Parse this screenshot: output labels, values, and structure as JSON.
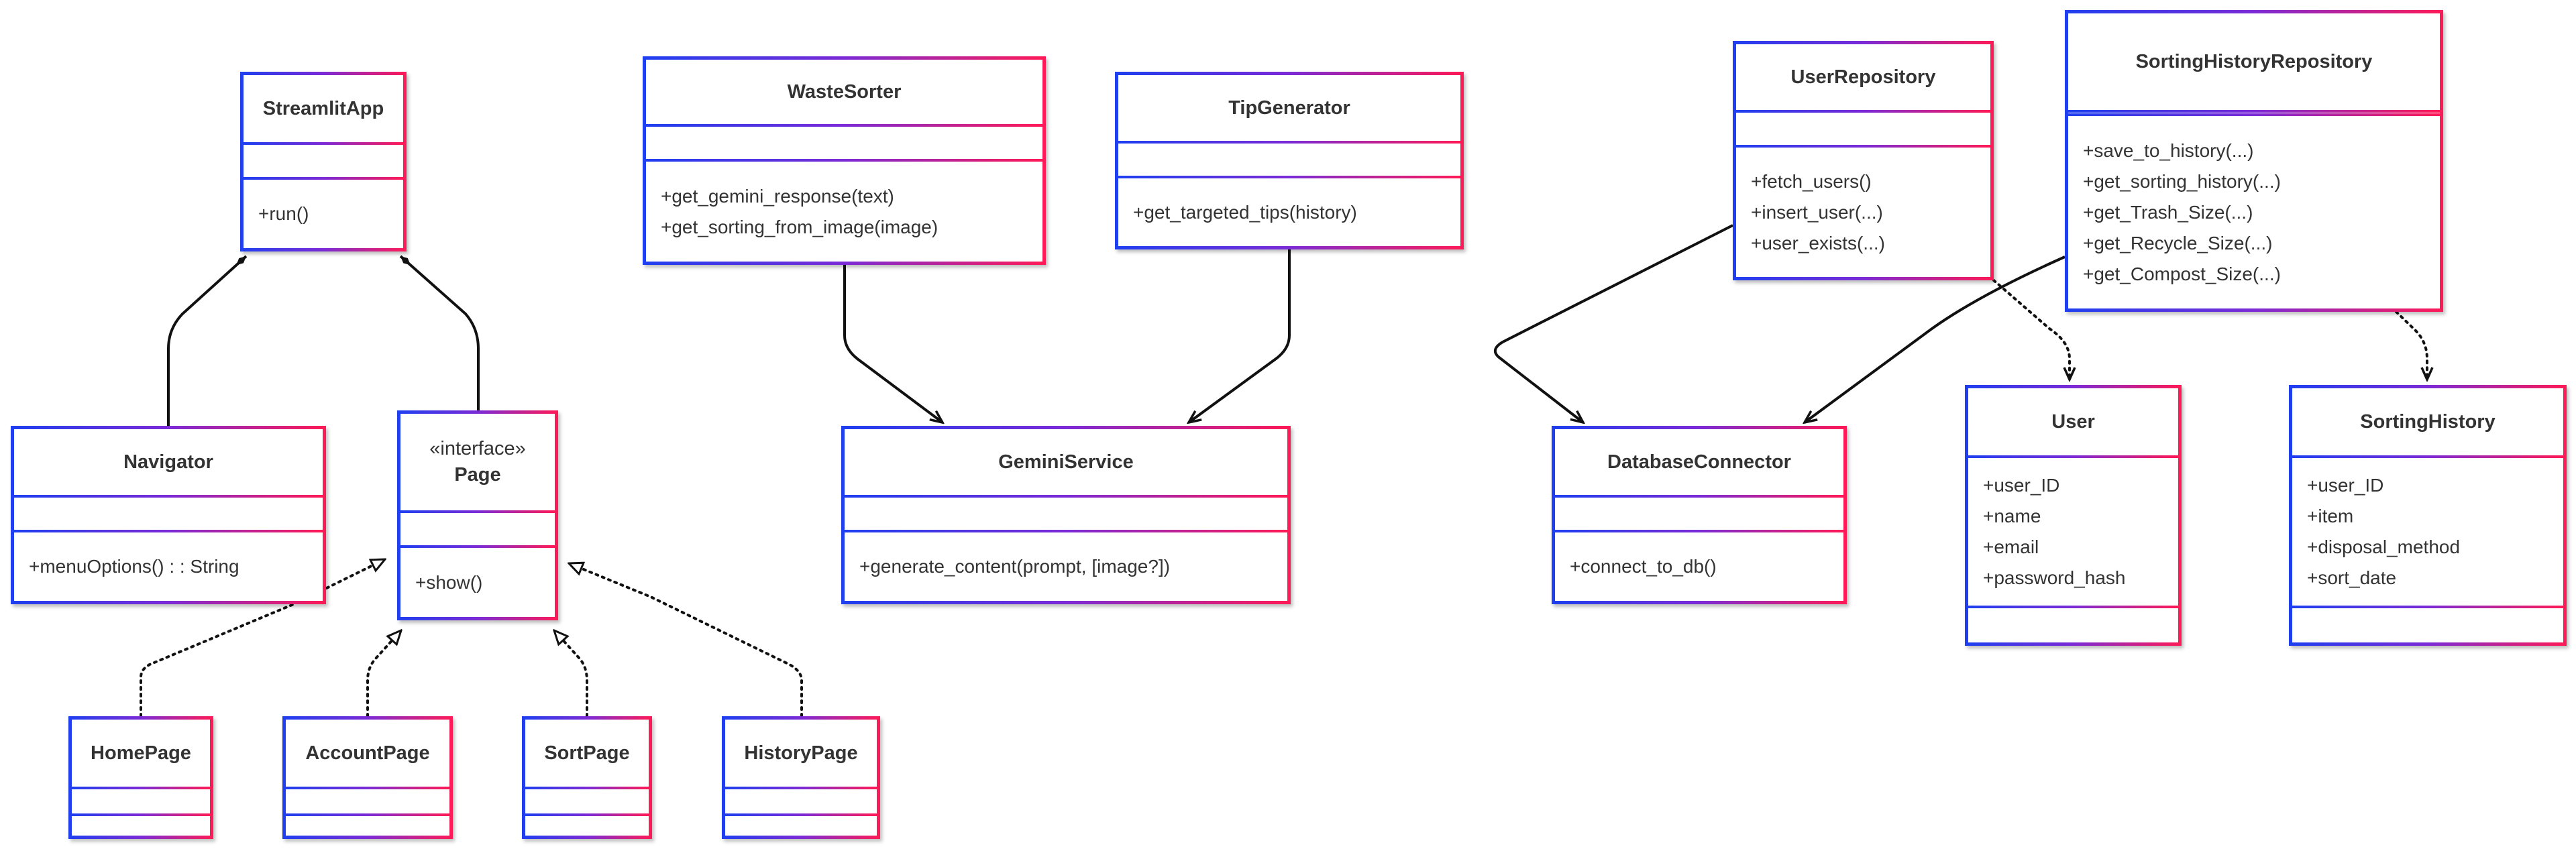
{
  "diagram": {
    "classes": {
      "streamlitapp": {
        "name": "StreamlitApp",
        "attributes": [],
        "methods": [
          "+run()"
        ]
      },
      "navigator": {
        "name": "Navigator",
        "attributes": [],
        "methods": [
          "+menuOptions() : : String"
        ]
      },
      "page": {
        "stereotype": "«interface»",
        "name": "Page",
        "attributes": [],
        "methods": [
          "+show()"
        ]
      },
      "homepage": {
        "name": "HomePage",
        "attributes": [],
        "methods": []
      },
      "accountpage": {
        "name": "AccountPage",
        "attributes": [],
        "methods": []
      },
      "sortpage": {
        "name": "SortPage",
        "attributes": [],
        "methods": []
      },
      "historypage": {
        "name": "HistoryPage",
        "attributes": [],
        "methods": []
      },
      "wastesorter": {
        "name": "WasteSorter",
        "attributes": [],
        "methods": [
          "+get_gemini_response(text)",
          "+get_sorting_from_image(image)"
        ]
      },
      "tipgenerator": {
        "name": "TipGenerator",
        "attributes": [],
        "methods": [
          "+get_targeted_tips(history)"
        ]
      },
      "geminiservice": {
        "name": "GeminiService",
        "attributes": [],
        "methods": [
          "+generate_content(prompt, [image?])"
        ]
      },
      "userrepository": {
        "name": "UserRepository",
        "attributes": [],
        "methods": [
          "+fetch_users()",
          "+insert_user(...)",
          "+user_exists(...)"
        ]
      },
      "sortinghistoryrepository": {
        "name": "SortingHistoryRepository",
        "attributes": [],
        "methods": [
          "+save_to_history(...)",
          "+get_sorting_history(...)",
          "+get_Trash_Size(...)",
          "+get_Recycle_Size(...)",
          "+get_Compost_Size(...)"
        ]
      },
      "databaseconnector": {
        "name": "DatabaseConnector",
        "attributes": [],
        "methods": [
          "+connect_to_db()"
        ]
      },
      "user": {
        "name": "User",
        "attributes": [
          "+user_ID",
          "+name",
          "+email",
          "+password_hash"
        ],
        "methods": []
      },
      "sortinghistory": {
        "name": "SortingHistory",
        "attributes": [
          "+user_ID",
          "+item",
          "+disposal_method",
          "+sort_date"
        ],
        "methods": []
      }
    },
    "relations": [
      {
        "type": "composition",
        "from": "StreamlitApp",
        "to": "Navigator"
      },
      {
        "type": "composition",
        "from": "StreamlitApp",
        "to": "Page"
      },
      {
        "type": "realization",
        "from": "HomePage",
        "to": "Page"
      },
      {
        "type": "realization",
        "from": "AccountPage",
        "to": "Page"
      },
      {
        "type": "realization",
        "from": "SortPage",
        "to": "Page"
      },
      {
        "type": "realization",
        "from": "HistoryPage",
        "to": "Page"
      },
      {
        "type": "association",
        "from": "WasteSorter",
        "to": "GeminiService"
      },
      {
        "type": "association",
        "from": "TipGenerator",
        "to": "GeminiService"
      },
      {
        "type": "association",
        "from": "UserRepository",
        "to": "DatabaseConnector"
      },
      {
        "type": "association",
        "from": "SortingHistoryRepository",
        "to": "DatabaseConnector"
      },
      {
        "type": "dependency",
        "from": "UserRepository",
        "to": "User"
      },
      {
        "type": "dependency",
        "from": "SortingHistoryRepository",
        "to": "SortingHistory"
      }
    ],
    "colors": {
      "border_start": "#1e3ff0",
      "border_end": "#ff1a56",
      "edge": "#111111"
    }
  }
}
